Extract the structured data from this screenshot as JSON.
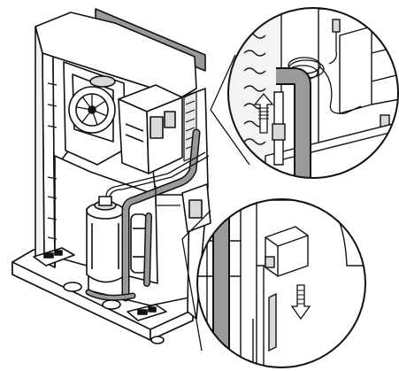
{
  "diagram": {
    "kind": "technical-line-illustration",
    "subject": "appliance-chassis-with-compressor-and-fan",
    "callouts": [
      {
        "name": "upper-detail-callout",
        "arrow_direction": "up"
      },
      {
        "name": "lower-detail-callout",
        "arrow_direction": "down"
      }
    ],
    "colors": {
      "line": "#111111",
      "fill": "#ffffff",
      "shade": "#9a9a9a",
      "dark_shade": "#6f6f6f",
      "highlight": "#d9d9d9"
    }
  }
}
